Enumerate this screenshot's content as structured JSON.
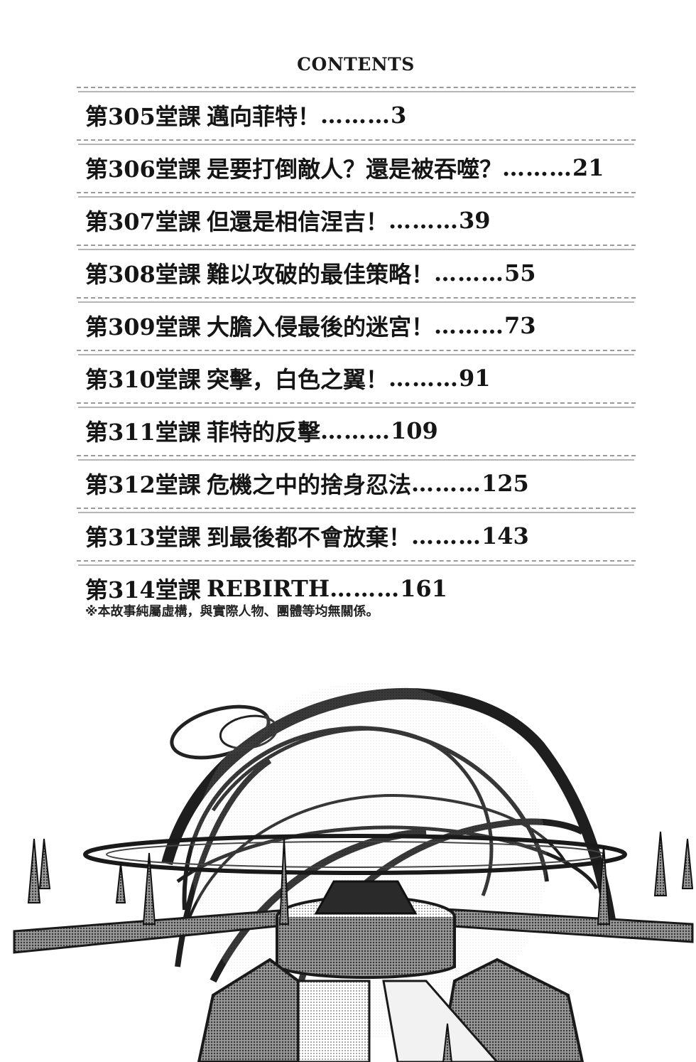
{
  "page": {
    "title": "CONTENTS",
    "disclaimer": "※本故事純屬虛構，與實際人物、團體等均無關係。"
  },
  "toc": [
    {
      "number": "第305堂課",
      "title": "邁向菲特！",
      "leader": "………",
      "page": "3"
    },
    {
      "number": "第306堂課",
      "title": "是要打倒敵人？還是被吞噬？",
      "leader": "………",
      "page": "21"
    },
    {
      "number": "第307堂課",
      "title": "但還是相信涅吉！",
      "leader": "………",
      "page": "39"
    },
    {
      "number": "第308堂課",
      "title": "難以攻破的最佳策略！",
      "leader": "………",
      "page": "55"
    },
    {
      "number": "第309堂課",
      "title": "大膽入侵最後的迷宮！",
      "leader": "………",
      "page": "73"
    },
    {
      "number": "第310堂課",
      "title": "突擊，白色之翼！",
      "leader": "………",
      "page": "91"
    },
    {
      "number": "第311堂課",
      "title": "菲特的反擊",
      "leader": "………",
      "page": "109"
    },
    {
      "number": "第312堂課",
      "title": "危機之中的捨身忍法",
      "leader": "………",
      "page": "125"
    },
    {
      "number": "第313堂課",
      "title": "到最後都不會放棄！",
      "leader": "………",
      "page": "143"
    },
    {
      "number": "第314堂課",
      "title": "REBIRTH",
      "leader": "………",
      "page": "161"
    }
  ],
  "colors": {
    "ink": "#1a1a1a",
    "paper": "#ffffff",
    "divider": "#8a8a8a"
  }
}
